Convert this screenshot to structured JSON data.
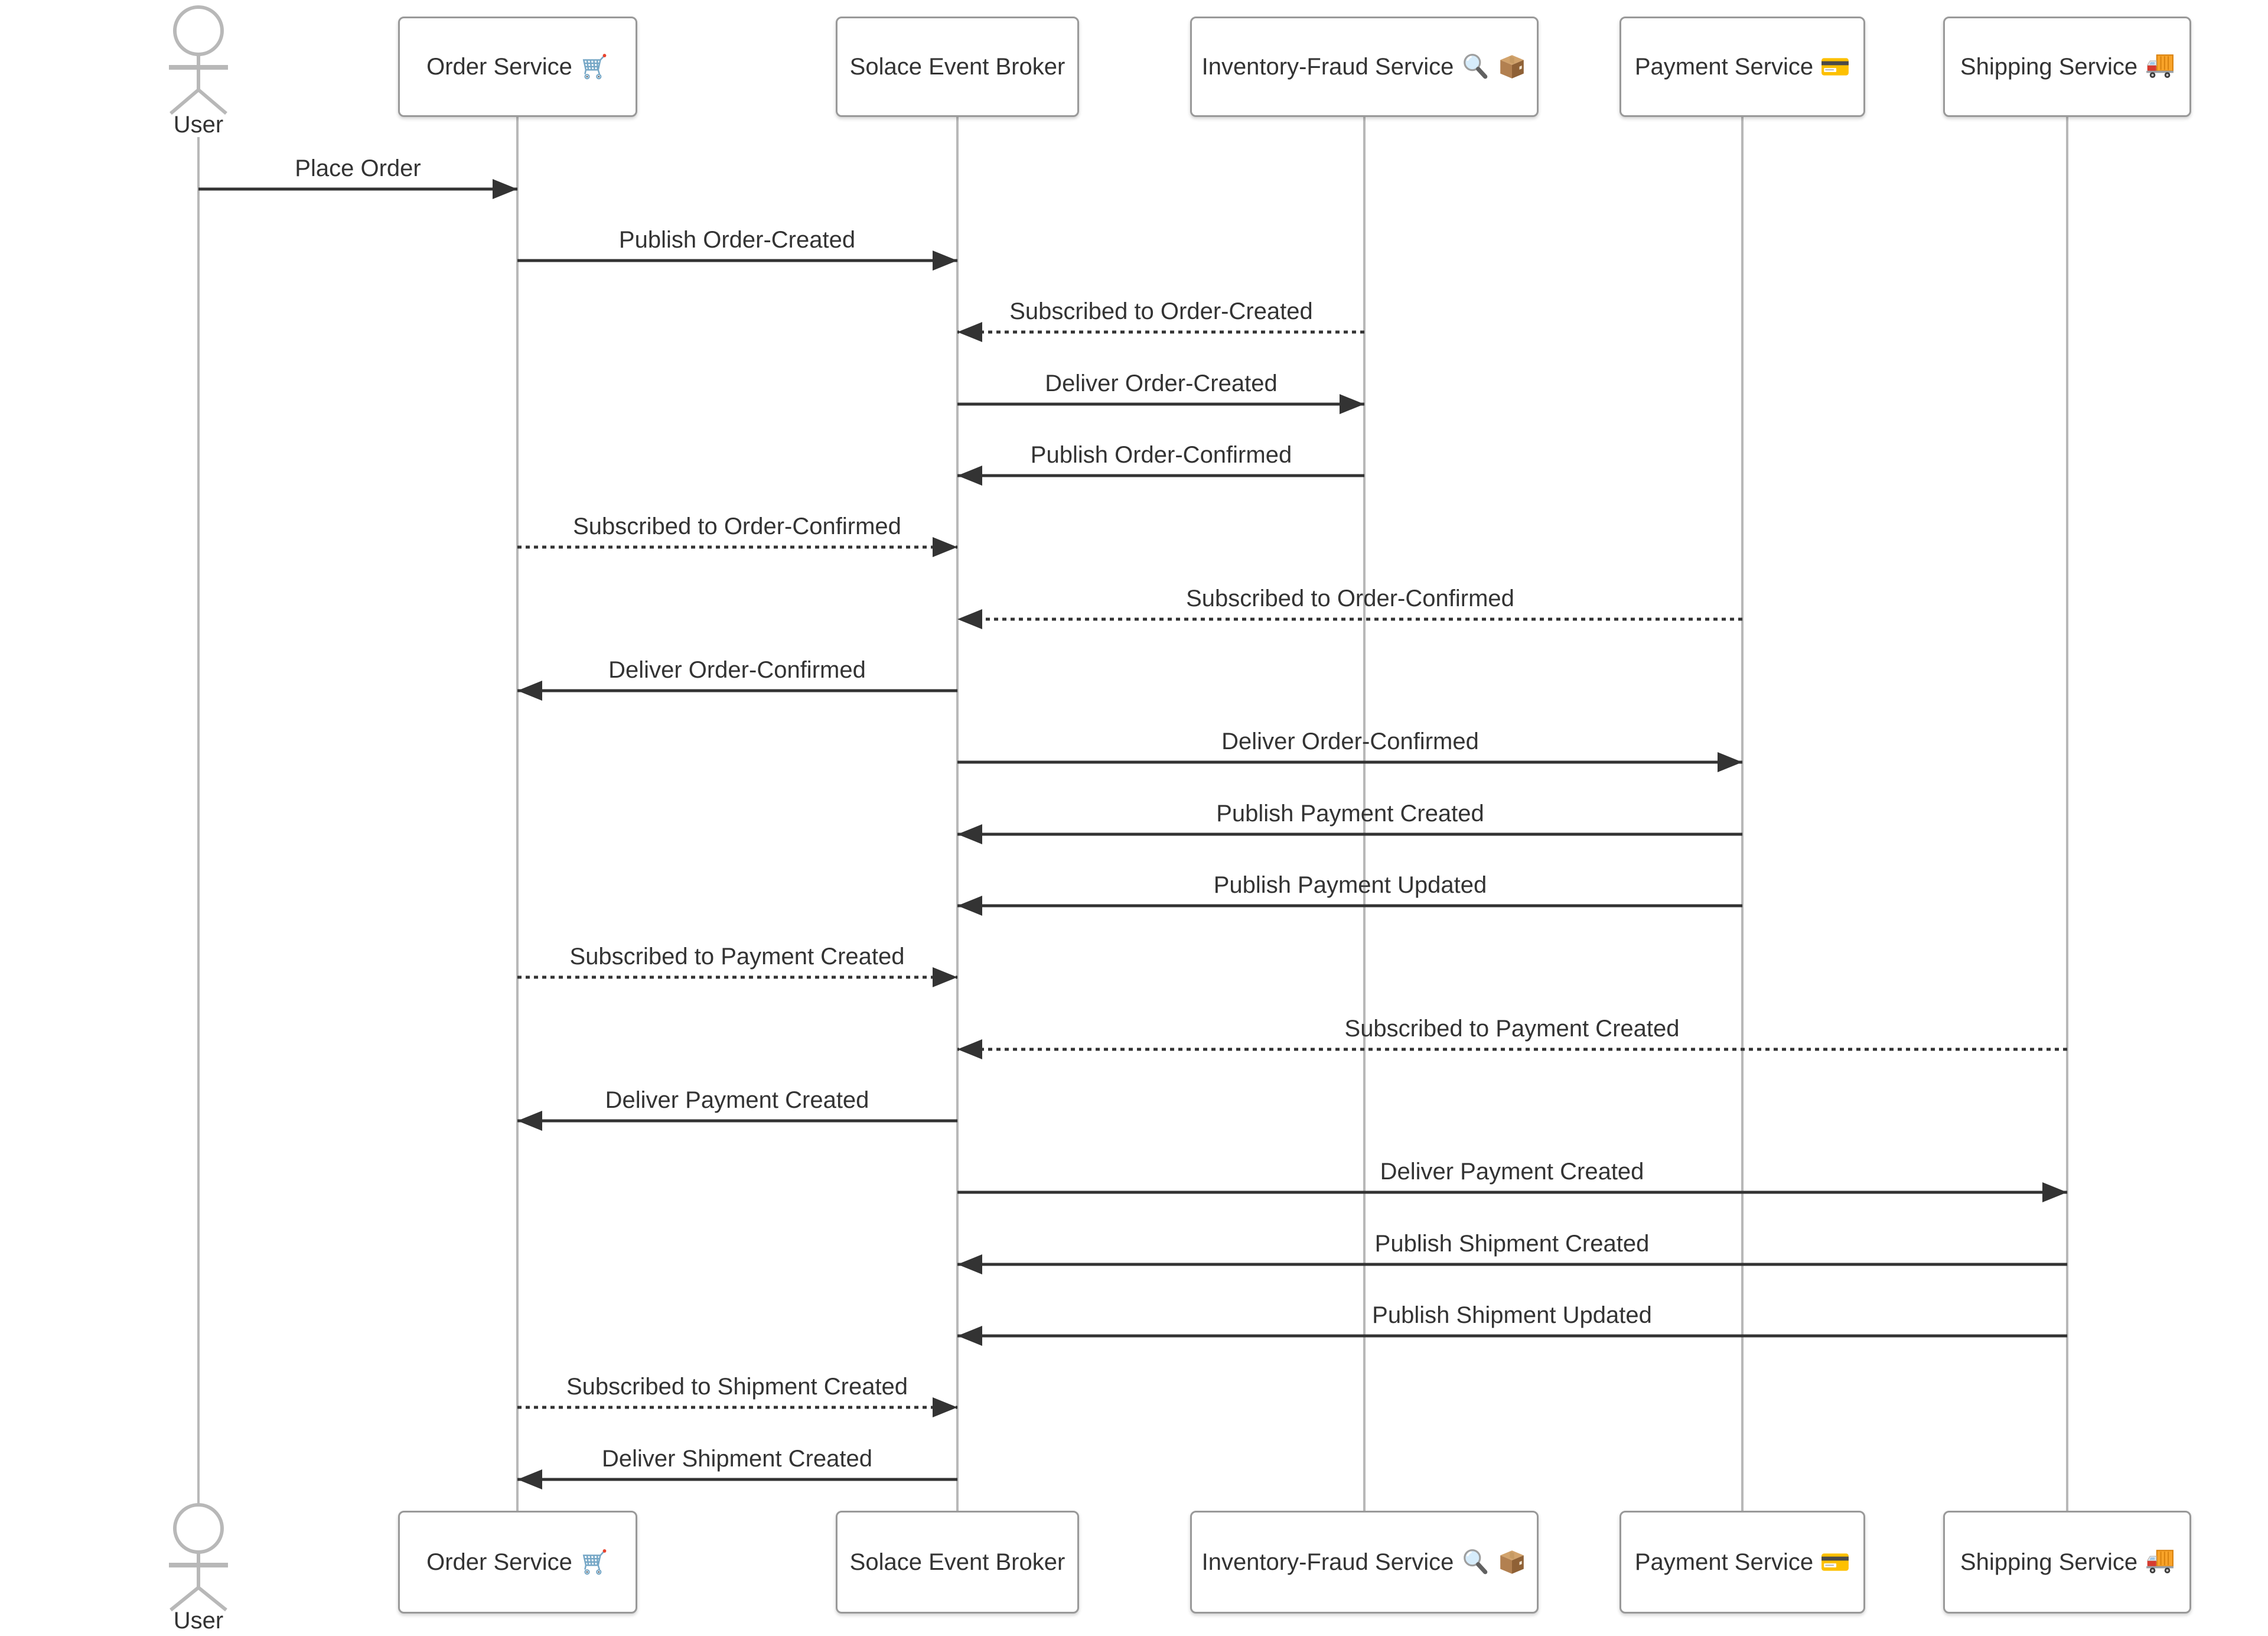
{
  "diagram_type": "sequence-diagram",
  "colors": {
    "background": "#ffffff",
    "text": "#333333",
    "message_line": "#333333",
    "lifeline": "#b8b8b8",
    "actor_outline": "#b8b8b8",
    "participant_border": "#999999",
    "participant_fill": "#ffffff"
  },
  "participants": [
    {
      "id": "user",
      "label": "User",
      "kind": "actor",
      "icons": []
    },
    {
      "id": "order-service",
      "label": "Order Service",
      "kind": "participant",
      "icons": [
        {
          "name": "shopping-cart-icon",
          "char": "🛒"
        }
      ]
    },
    {
      "id": "solace-event-broker",
      "label": "Solace Event Broker",
      "kind": "participant",
      "icons": []
    },
    {
      "id": "inventory-fraud-service",
      "label": "Inventory-Fraud Service",
      "kind": "participant",
      "icons": [
        {
          "name": "magnifying-glass-icon",
          "char": "🔍"
        },
        {
          "name": "package-icon",
          "char": "📦"
        }
      ]
    },
    {
      "id": "payment-service",
      "label": "Payment Service",
      "kind": "participant",
      "icons": [
        {
          "name": "credit-card-icon",
          "char": "💳"
        }
      ]
    },
    {
      "id": "shipping-service",
      "label": "Shipping Service",
      "kind": "participant",
      "icons": [
        {
          "name": "delivery-truck-icon",
          "char": "🚚"
        }
      ]
    }
  ],
  "messages": [
    {
      "from": "user",
      "to": "order-service",
      "label": "Place Order",
      "line": "solid"
    },
    {
      "from": "order-service",
      "to": "solace-event-broker",
      "label": "Publish Order-Created",
      "line": "solid"
    },
    {
      "from": "inventory-fraud-service",
      "to": "solace-event-broker",
      "label": "Subscribed to Order-Created",
      "line": "dashed"
    },
    {
      "from": "solace-event-broker",
      "to": "inventory-fraud-service",
      "label": "Deliver Order-Created",
      "line": "solid"
    },
    {
      "from": "inventory-fraud-service",
      "to": "solace-event-broker",
      "label": "Publish Order-Confirmed",
      "line": "solid"
    },
    {
      "from": "order-service",
      "to": "solace-event-broker",
      "label": "Subscribed to Order-Confirmed",
      "line": "dashed"
    },
    {
      "from": "payment-service",
      "to": "solace-event-broker",
      "label": "Subscribed to Order-Confirmed",
      "line": "dashed"
    },
    {
      "from": "solace-event-broker",
      "to": "order-service",
      "label": "Deliver Order-Confirmed",
      "line": "solid"
    },
    {
      "from": "solace-event-broker",
      "to": "payment-service",
      "label": "Deliver Order-Confirmed",
      "line": "solid"
    },
    {
      "from": "payment-service",
      "to": "solace-event-broker",
      "label": "Publish Payment Created",
      "line": "solid"
    },
    {
      "from": "payment-service",
      "to": "solace-event-broker",
      "label": "Publish Payment Updated",
      "line": "solid"
    },
    {
      "from": "order-service",
      "to": "solace-event-broker",
      "label": "Subscribed to Payment Created",
      "line": "dashed"
    },
    {
      "from": "shipping-service",
      "to": "solace-event-broker",
      "label": "Subscribed to Payment Created",
      "line": "dashed"
    },
    {
      "from": "solace-event-broker",
      "to": "order-service",
      "label": "Deliver Payment Created",
      "line": "solid"
    },
    {
      "from": "solace-event-broker",
      "to": "shipping-service",
      "label": "Deliver Payment Created",
      "line": "solid"
    },
    {
      "from": "shipping-service",
      "to": "solace-event-broker",
      "label": "Publish Shipment Created",
      "line": "solid"
    },
    {
      "from": "shipping-service",
      "to": "solace-event-broker",
      "label": "Publish Shipment Updated",
      "line": "solid"
    },
    {
      "from": "order-service",
      "to": "solace-event-broker",
      "label": "Subscribed to Shipment Created",
      "line": "dashed"
    },
    {
      "from": "solace-event-broker",
      "to": "order-service",
      "label": "Deliver Shipment Created",
      "line": "solid"
    }
  ]
}
